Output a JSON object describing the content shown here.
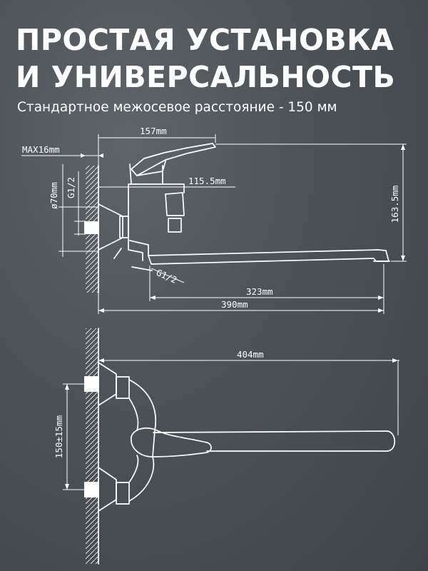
{
  "header": {
    "title_line1": "ПРОСТАЯ УСТАНОВКА",
    "title_line2": "И УНИВЕРСАЛЬНОСТЬ",
    "subtitle": "Стандартное межосевое расстояние - 150 мм"
  },
  "drawing": {
    "dim_157": "157mm",
    "dim_max16": "MAX16mm",
    "dim_d70": "ø70mm",
    "dim_g12_top": "G1/2",
    "dim_115_5": "115.5mm",
    "dim_163_5": "163.5mm",
    "dim_g12_bottom": "G1/2",
    "dim_323": "323mm",
    "dim_390": "390mm",
    "dim_404": "404mm",
    "dim_150": "150±15mm"
  },
  "colors": {
    "background": "#4c5156",
    "line": "#ffffff",
    "text": "#ffffff"
  }
}
